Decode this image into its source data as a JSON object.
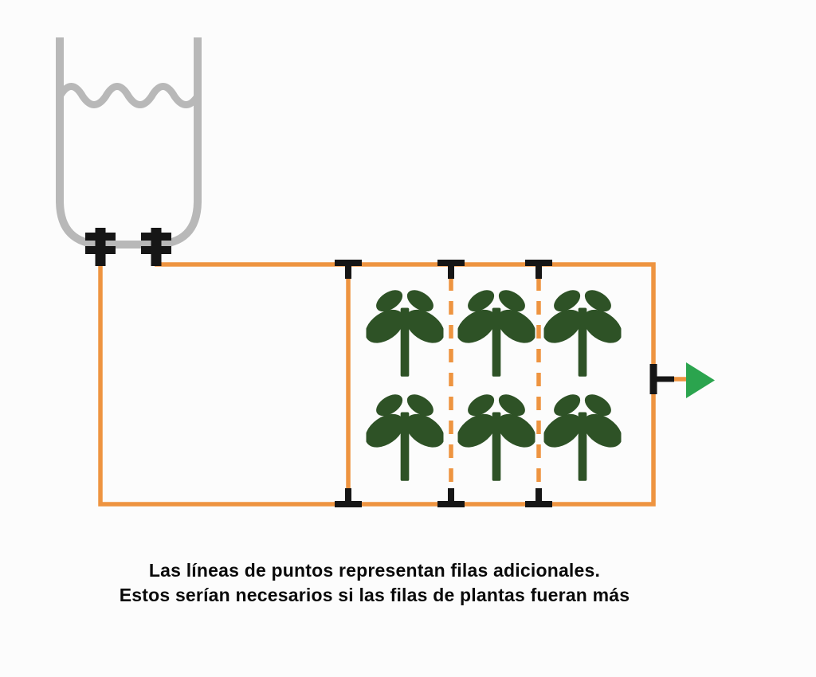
{
  "caption": {
    "line1": "Las líneas de puntos representan filas adicionales.",
    "line2": "Estos serían necesarios si las filas de plantas fueran más"
  },
  "colors": {
    "pipe_orange": "#EE9440",
    "tank_gray": "#B8B8B8",
    "plant_green": "#2E5226",
    "fitting_black": "#161616",
    "arrow_green": "#2BA44E",
    "text": "#0A0A0A",
    "background": "#FCFCFC"
  },
  "icons": {
    "water_tank": "water-tank-icon",
    "water_level": "water-level-icon",
    "valve": "valve-icon",
    "tee_connector": "tee-connector-icon",
    "outlet_fitting": "outlet-tee-fitting-icon",
    "flow_arrow": "flow-arrow-icon",
    "plant": "plant-icon"
  },
  "diagram": {
    "plant_rows": 2,
    "plant_columns": 3,
    "plants_total": 6,
    "dashed_lateral_lines": 2,
    "tank_valves": 2
  }
}
